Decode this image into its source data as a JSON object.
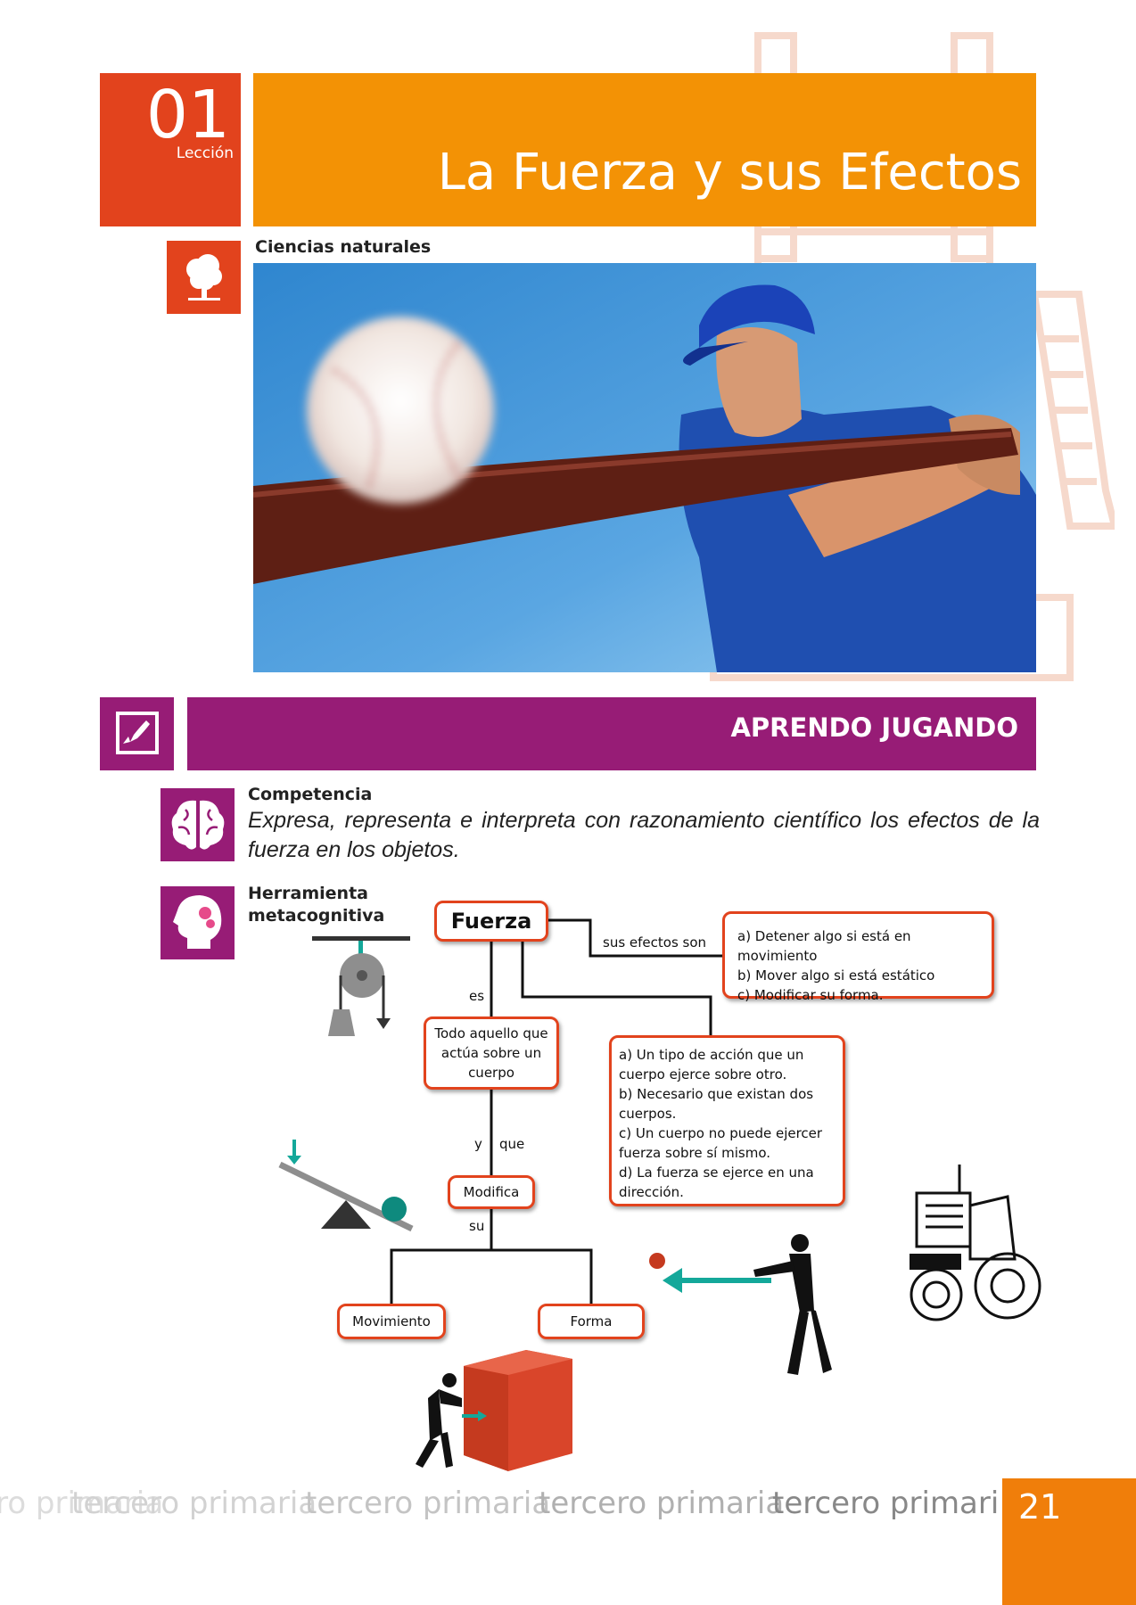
{
  "lesson": {
    "number": "01",
    "label": "Lección"
  },
  "title": "La Fuerza y sus Efectos",
  "subject": "Ciencias naturales",
  "section": {
    "title": "APRENDO JUGANDO"
  },
  "competencia": {
    "heading": "Competencia",
    "text": "Expresa, representa e interpreta con razonamiento científico los efectos de la fuerza en los objetos."
  },
  "herramienta": {
    "heading": "Herramienta metacognitiva"
  },
  "concept_map": {
    "root": "Fuerza",
    "link_effects": "sus efectos son",
    "effects": [
      "a) Detener algo si está en movimiento",
      "b) Mover algo si está estático",
      "c) Modificar su forma."
    ],
    "link_is": "es",
    "definition": "Todo aquello que actúa sobre un cuerpo",
    "characteristics": [
      "a) Un tipo de acción que un cuerpo ejerce sobre otro.",
      "b) Necesario que existan dos cuerpos.",
      "c) Un cuerpo no puede ejercer fuerza sobre sí mismo.",
      "d) La fuerza se ejerce en una dirección."
    ],
    "link_y": "y",
    "link_que": "que",
    "modifies": "Modifica",
    "link_su": "su",
    "branch_left": "Movimiento",
    "branch_right": "Forma"
  },
  "footer": {
    "words": [
      "tercero primaria",
      "tercero primaria",
      "tercero primaria",
      "tercero primaria",
      "tercero primaria"
    ],
    "page_number": "21"
  },
  "colors": {
    "red_orange": "#e2431d",
    "orange": "#f39205",
    "purple": "#971c76",
    "teal": "#14a89a"
  }
}
